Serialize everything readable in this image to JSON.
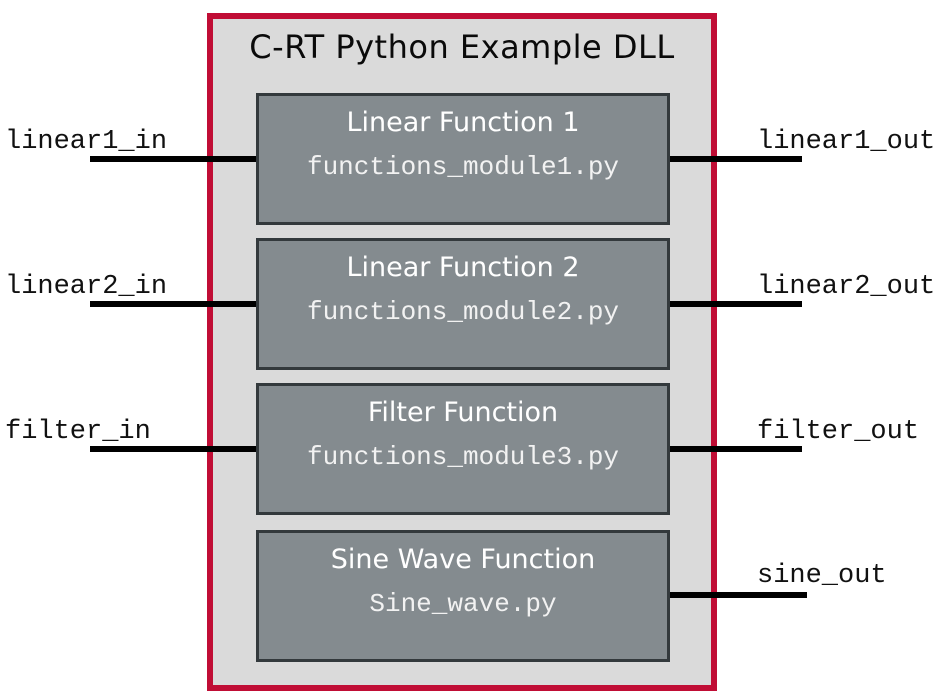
{
  "diagram": {
    "title": "C-RT Python Example DLL",
    "blocks": [
      {
        "name": "Linear Function 1",
        "module": "functions_module1.py",
        "input": "linear1_in",
        "output": "linear1_out"
      },
      {
        "name": "Linear Function 2",
        "module": "functions_module2.py",
        "input": "linear2_in",
        "output": "linear2_out"
      },
      {
        "name": "Filter Function",
        "module": "functions_module3.py",
        "input": "filter_in",
        "output": "filter_out"
      },
      {
        "name": "Sine Wave Function",
        "module": "Sine_wave.py",
        "input": null,
        "output": "sine_out"
      }
    ],
    "colors": {
      "container_border": "#C00D35",
      "container_bg": "#DADADA",
      "block_bg": "#848B8F",
      "block_border": "#33393C",
      "wire": "#000000",
      "block_text": "#FFFFFF",
      "label_text": "#111111"
    }
  }
}
